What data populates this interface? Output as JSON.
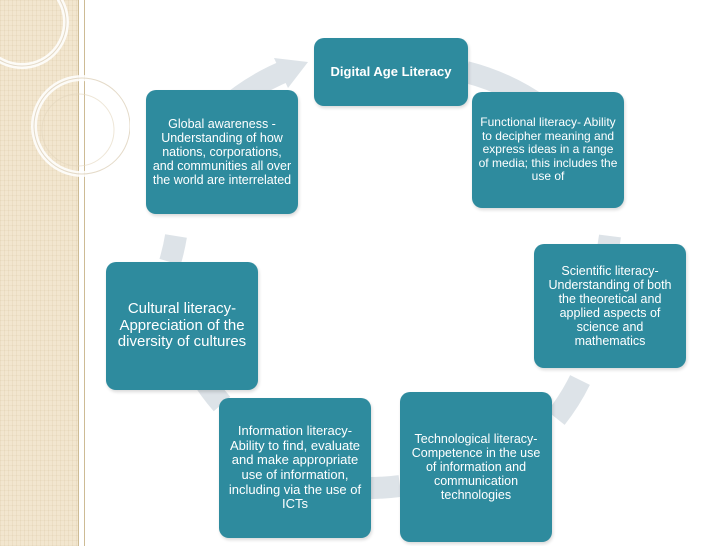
{
  "diagram": {
    "center": "Digital Age Literacy",
    "nodes": {
      "functional": "Functional literacy- Ability to decipher meaning and express ideas in a range of media; this includes the use of",
      "scientific": "Scientific literacy- Understanding of both the theoretical and applied aspects of science and mathematics",
      "technological": "Technological literacy- Competence in the use of information and communication technologies",
      "information": "Information literacy- Ability to find, evaluate and make appropriate use of information, including via the use of ICTs",
      "cultural": "Cultural literacy- Appreciation of the diversity of cultures",
      "global": "Global awareness - Understanding of how nations, corporations, and communities all over the world are interrelated"
    }
  },
  "colors": {
    "node_fill": "#2e8b9e",
    "node_text": "#ffffff",
    "cycle_arrow": "#dde3e8",
    "sidebar": "#f2e6cf"
  }
}
